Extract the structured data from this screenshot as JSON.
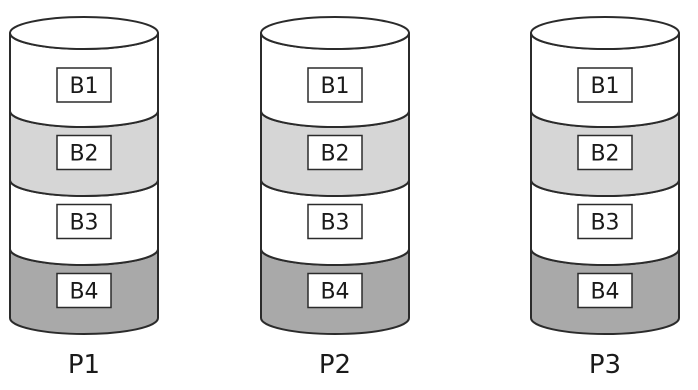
{
  "colors": {
    "stroke": "#2b2b2b",
    "white_band": "#ffffff",
    "light_gray_band": "#d6d6d6",
    "dark_gray_band": "#a9a9a9",
    "label_box_fill": "#ffffff",
    "text": "#1a1a1a"
  },
  "disks": [
    {
      "label": "P1",
      "blocks": [
        {
          "label": "B1",
          "shade": "white"
        },
        {
          "label": "B2",
          "shade": "light-gray"
        },
        {
          "label": "B3",
          "shade": "white"
        },
        {
          "label": "B4",
          "shade": "dark-gray"
        }
      ]
    },
    {
      "label": "P2",
      "blocks": [
        {
          "label": "B1",
          "shade": "white"
        },
        {
          "label": "B2",
          "shade": "light-gray"
        },
        {
          "label": "B3",
          "shade": "white"
        },
        {
          "label": "B4",
          "shade": "dark-gray"
        }
      ]
    },
    {
      "label": "P3",
      "blocks": [
        {
          "label": "B1",
          "shade": "white"
        },
        {
          "label": "B2",
          "shade": "light-gray"
        },
        {
          "label": "B3",
          "shade": "white"
        },
        {
          "label": "B4",
          "shade": "dark-gray"
        }
      ]
    }
  ]
}
